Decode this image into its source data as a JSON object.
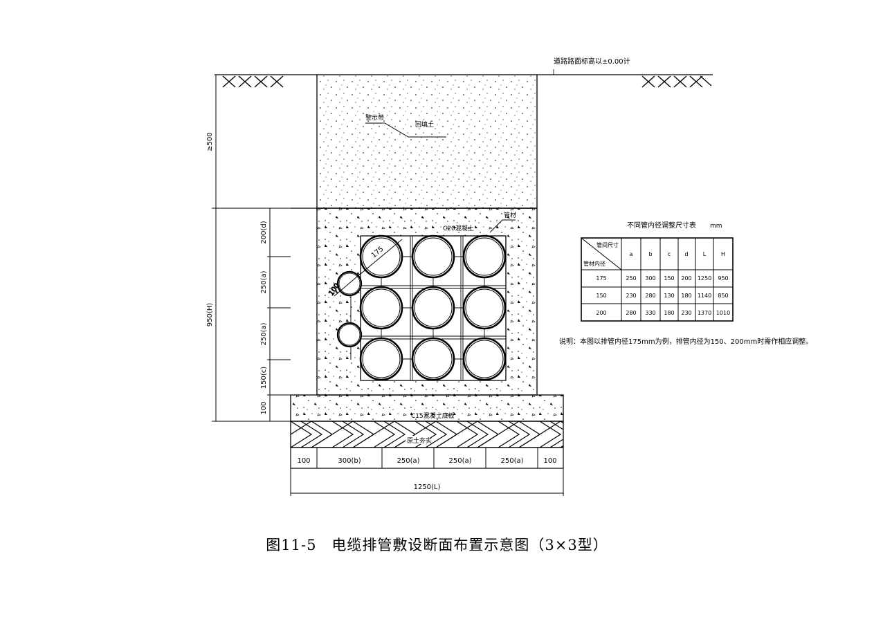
{
  "labels": {
    "road_level": "道路路面标高以±0.00计",
    "warning_tape": "警示带",
    "backfill": "回填土",
    "c20": "C20混凝土",
    "pipe_material": "管材",
    "c15": "C15混凝土底板",
    "rammed_soil": "原土夯实",
    "pipe_dia": "175",
    "small_pipe_dia": "100"
  },
  "dims": {
    "min_depth": "≥500",
    "height_h": "950(H)",
    "d200": "200(d)",
    "a250_1": "250(a)",
    "a250_2": "250(a)",
    "c150": "150(c)",
    "base100": "100",
    "bottom": [
      "100",
      "300(b)",
      "250(a)",
      "250(a)",
      "250(a)",
      "100"
    ],
    "total": "1250(L)"
  },
  "table": {
    "title": "不同管内径调整尺寸表",
    "unit": "mm",
    "corner_top": "管间尺寸",
    "corner_bottom": "管材内径",
    "headers": [
      "a",
      "b",
      "c",
      "d",
      "L",
      "H"
    ],
    "rows": [
      [
        "175",
        "250",
        "300",
        "150",
        "200",
        "1250",
        "950"
      ],
      [
        "150",
        "230",
        "280",
        "130",
        "180",
        "1140",
        "850"
      ],
      [
        "200",
        "280",
        "330",
        "180",
        "230",
        "1370",
        "1010"
      ]
    ]
  },
  "note": "说明：本图以排管内径175mm为例，排管内径为150、200mm时需作相应调整。",
  "caption": "图11-5　电缆排管敷设断面布置示意图（3×3型）"
}
